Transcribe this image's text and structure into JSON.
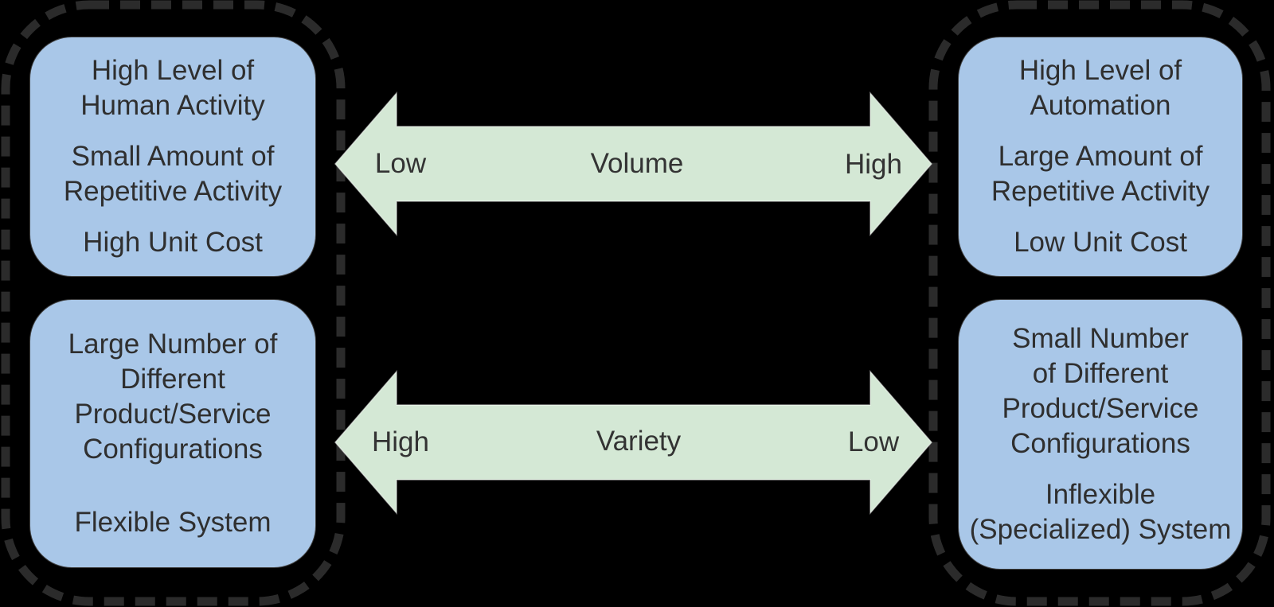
{
  "diagram": {
    "colors": {
      "box_fill": "#a9c7e8",
      "arrow_fill": "#d4e8d5",
      "dashed_border": "#2b2b2b",
      "box_text": "#2f2f2f",
      "arrow_text": "#333333"
    },
    "left_group": {
      "top_box": {
        "paragraphs": [
          {
            "lines": [
              "High Level of",
              "Human Activity"
            ]
          },
          {
            "lines": [
              "Small Amount of",
              "Repetitive Activity"
            ]
          },
          {
            "lines": [
              "High Unit Cost"
            ]
          }
        ]
      },
      "bottom_box": {
        "paragraphs": [
          {
            "lines": [
              "Large Number of",
              "Different",
              "Product/Service",
              "Configurations"
            ]
          },
          {
            "lines": [
              "Flexible System"
            ]
          }
        ]
      }
    },
    "right_group": {
      "top_box": {
        "paragraphs": [
          {
            "lines": [
              "High Level of",
              "Automation"
            ]
          },
          {
            "lines": [
              "Large Amount of",
              "Repetitive Activity"
            ]
          },
          {
            "lines": [
              "Low Unit Cost"
            ]
          }
        ]
      },
      "bottom_box": {
        "paragraphs": [
          {
            "lines": [
              "Small Number",
              "of Different",
              "Product/Service",
              "Configurations"
            ]
          },
          {
            "lines": [
              "Inflexible",
              "(Specialized) System"
            ]
          }
        ]
      }
    },
    "arrows": {
      "volume": {
        "left_label": "Low",
        "center_label": "Volume",
        "right_label": "High"
      },
      "variety": {
        "left_label": "High",
        "center_label": "Variety",
        "right_label": "Low"
      }
    }
  }
}
